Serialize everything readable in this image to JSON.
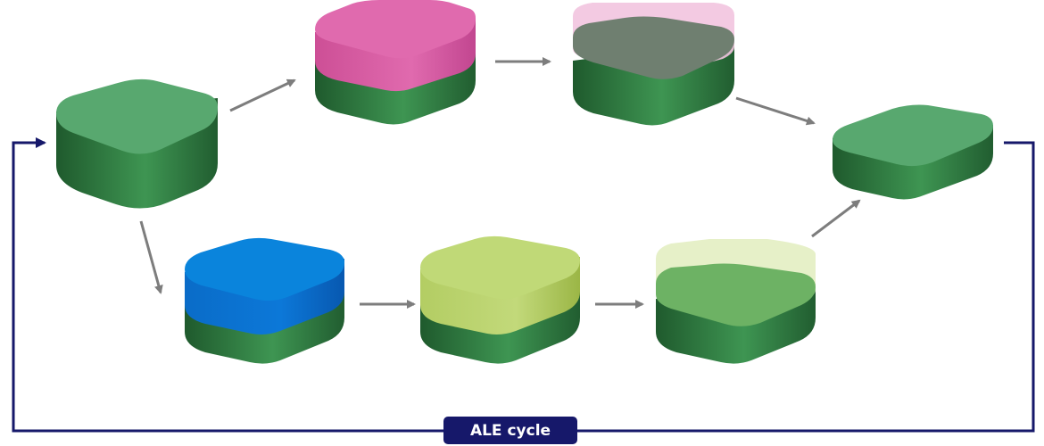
{
  "diagram": {
    "title": "",
    "cycle_label": "ALE cycle",
    "colors": {
      "substrate_top": "#58a86f",
      "substrate_side_dark": "#1f5a2d",
      "substrate_side_mid": "#3e9552",
      "substrate_side_light": "#4fae62",
      "precursor_a": "#e06aae",
      "precursor_a_faded": "#f0bfdc",
      "precursor_b": "#0a78d6",
      "precursor_b_dark": "#0858b0",
      "precursor_c": "#c0d977",
      "precursor_c_dark": "#9fba49",
      "precursor_c_faded": "#e2eec0",
      "modified_layer_a": "#6f7f70",
      "modified_layer_c": "#6db264",
      "arrow": "#7d7d7d",
      "cycle_line": "#16186a"
    },
    "blocks": [
      {
        "name": "initial-substrate-block",
        "layer": "none"
      },
      {
        "name": "upper-step1-block",
        "layer": "precursor-a-adsorbed"
      },
      {
        "name": "upper-step2-block",
        "layer": "precursor-a-reacted"
      },
      {
        "name": "final-substrate-block",
        "layer": "none"
      },
      {
        "name": "lower-step1-block",
        "layer": "precursor-b-adsorbed"
      },
      {
        "name": "lower-step2-block",
        "layer": "precursor-c-adsorbed"
      },
      {
        "name": "lower-step3-block",
        "layer": "precursor-c-reacted"
      }
    ]
  }
}
